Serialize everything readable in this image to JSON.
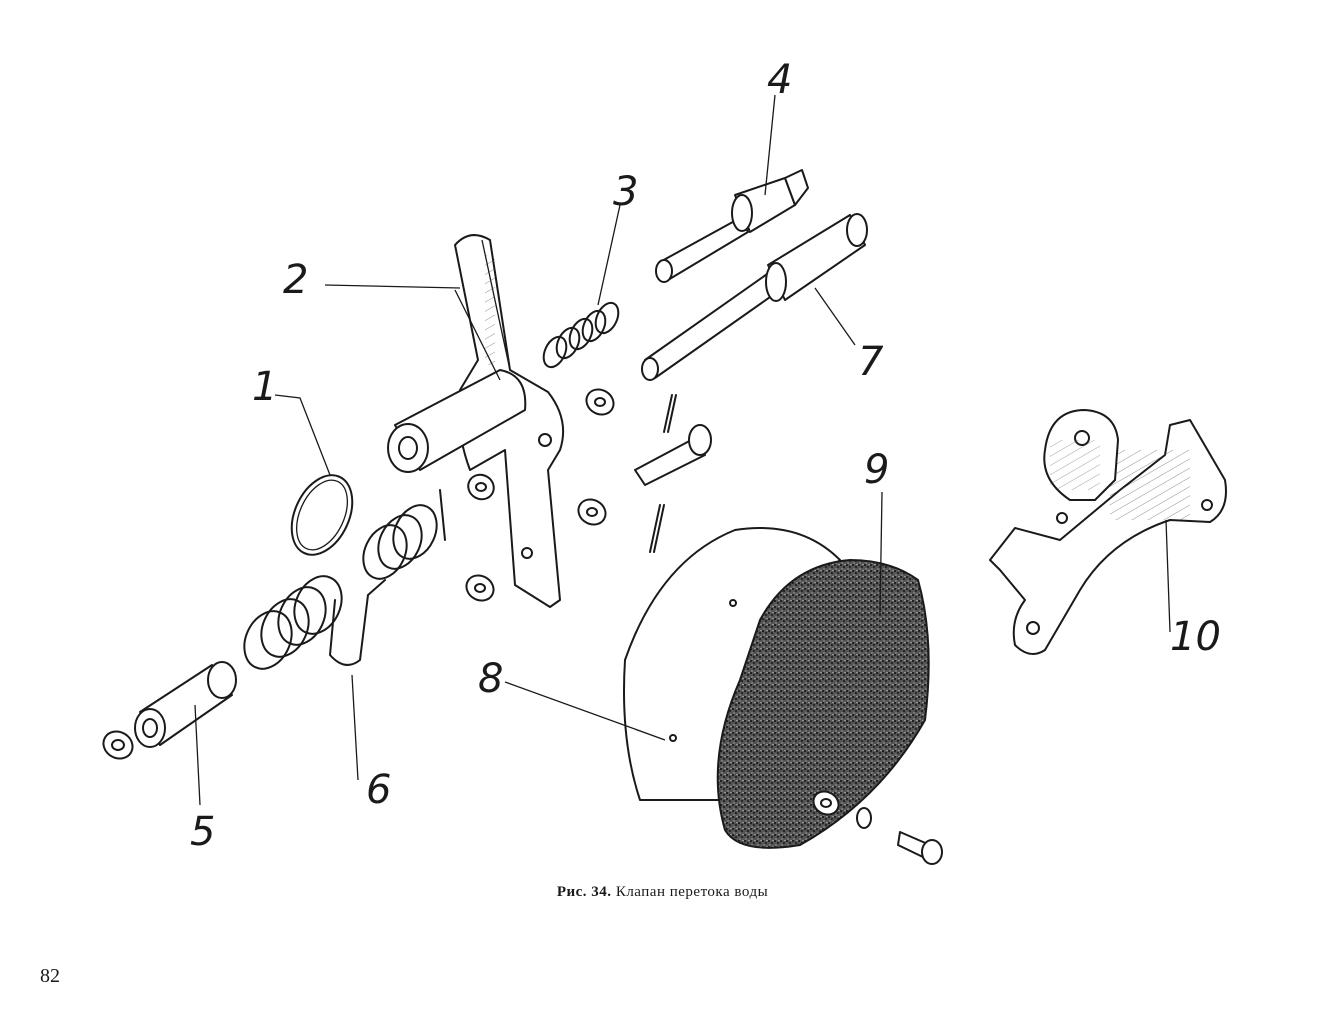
{
  "figure": {
    "caption_prefix": "Рис. 34.",
    "caption_text": "Клапан перетока воды",
    "page_number": "82",
    "callouts": [
      {
        "id": "1",
        "label": "1"
      },
      {
        "id": "2",
        "label": "2"
      },
      {
        "id": "3",
        "label": "3"
      },
      {
        "id": "4",
        "label": "4"
      },
      {
        "id": "5",
        "label": "5"
      },
      {
        "id": "6",
        "label": "6"
      },
      {
        "id": "7",
        "label": "7"
      },
      {
        "id": "8",
        "label": "8"
      },
      {
        "id": "9",
        "label": "9"
      },
      {
        "id": "10",
        "label": "10"
      }
    ]
  }
}
